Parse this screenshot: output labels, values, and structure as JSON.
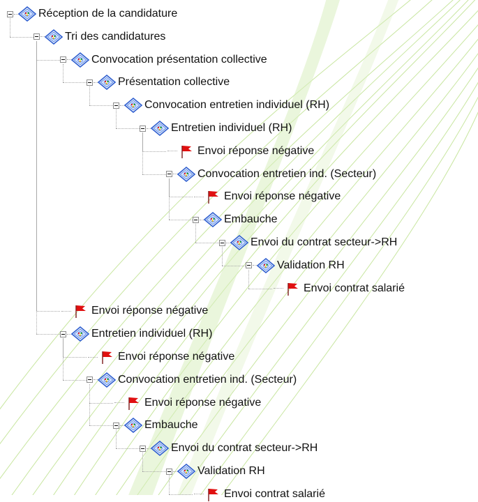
{
  "colors": {
    "background": "#ffffff",
    "watermark": "#c8e6a0",
    "text": "#111111",
    "flag": "#e01010",
    "diamond": "#2f5fd0"
  },
  "tree": {
    "nodes": [
      {
        "label": "Réception de la candidature",
        "icon": "process-diamond-icon",
        "expanded": true
      },
      {
        "label": "Tri des candidatures",
        "icon": "process-diamond-icon",
        "expanded": true
      },
      {
        "label": "Convocation présentation collective",
        "icon": "process-diamond-icon",
        "expanded": true
      },
      {
        "label": "Présentation collective",
        "icon": "process-diamond-icon",
        "expanded": true
      },
      {
        "label": "Convocation entretien individuel (RH)",
        "icon": "process-diamond-icon",
        "expanded": true
      },
      {
        "label": "Entretien individuel (RH)",
        "icon": "process-diamond-icon",
        "expanded": true
      },
      {
        "label": "Envoi réponse négative",
        "icon": "red-flag-icon"
      },
      {
        "label": "Convocation entretien ind. (Secteur)",
        "icon": "process-diamond-icon",
        "expanded": true
      },
      {
        "label": "Envoi réponse négative",
        "icon": "red-flag-icon"
      },
      {
        "label": "Embauche",
        "icon": "process-diamond-icon",
        "expanded": true
      },
      {
        "label": "Envoi du contrat secteur->RH",
        "icon": "process-diamond-icon",
        "expanded": true
      },
      {
        "label": "Validation RH",
        "icon": "process-diamond-icon",
        "expanded": true
      },
      {
        "label": "Envoi contrat salarié",
        "icon": "red-flag-icon"
      },
      {
        "label": "Envoi réponse négative",
        "icon": "red-flag-icon"
      },
      {
        "label": "Entretien individuel (RH)",
        "icon": "process-diamond-icon",
        "expanded": true
      },
      {
        "label": "Envoi réponse négative",
        "icon": "red-flag-icon"
      },
      {
        "label": "Convocation entretien ind. (Secteur)",
        "icon": "process-diamond-icon",
        "expanded": true
      },
      {
        "label": "Envoi réponse négative",
        "icon": "red-flag-icon"
      },
      {
        "label": "Embauche",
        "icon": "process-diamond-icon",
        "expanded": true
      },
      {
        "label": "Envoi du contrat secteur->RH",
        "icon": "process-diamond-icon",
        "expanded": true
      },
      {
        "label": "Validation RH",
        "icon": "process-diamond-icon",
        "expanded": true
      },
      {
        "label": "Envoi contrat salarié",
        "icon": "red-flag-icon"
      }
    ]
  }
}
